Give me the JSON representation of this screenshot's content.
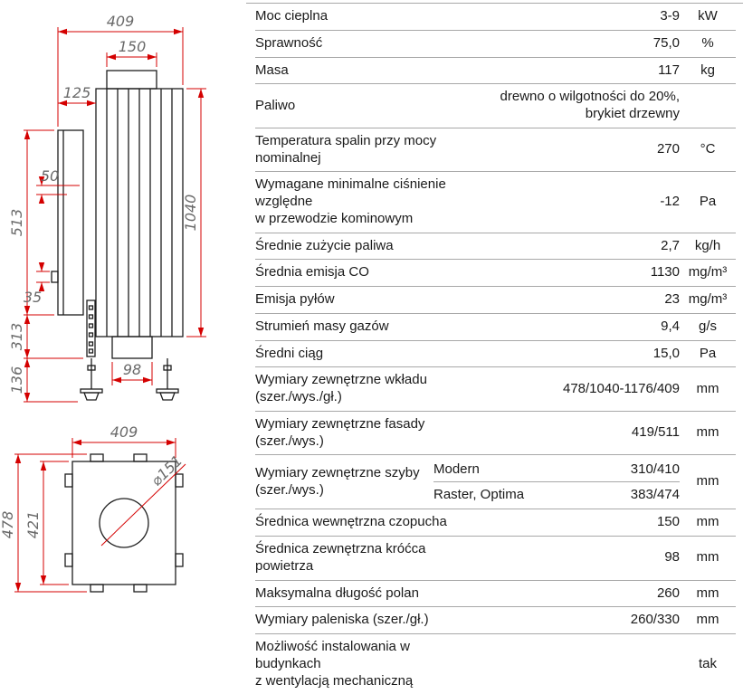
{
  "diagram": {
    "front_view": {
      "overall_width": "409",
      "flue_width": "150",
      "facade_offset": "125",
      "glass_offset": "50",
      "facade_height": "513",
      "body_height": "1040",
      "handle_height": "35",
      "lower_height": "313",
      "feet_height": "136",
      "inlet_width": "98"
    },
    "top_view": {
      "width": "409",
      "overall_depth": "478",
      "inner_depth": "421",
      "flue_diameter": "⌀151"
    }
  },
  "table": {
    "rows": [
      {
        "label": "Moc cieplna",
        "value": "3-9",
        "unit": "kW"
      },
      {
        "label": "Sprawność",
        "value": "75,0",
        "unit": "%"
      },
      {
        "label": "Masa",
        "value": "117",
        "unit": "kg"
      },
      {
        "label": "Paliwo",
        "value": "drewno o wilgotności do 20%,\nbrykiet drzewny",
        "unit": ""
      },
      {
        "label": "Temperatura spalin przy mocy nominalnej",
        "value": "270",
        "unit": "°C"
      },
      {
        "label": "Wymagane minimalne ciśnienie względne\n w przewodzie kominowym",
        "value": "-12",
        "unit": "Pa"
      },
      {
        "label": "Średnie zużycie paliwa",
        "value": "2,7",
        "unit": "kg/h"
      },
      {
        "label": "Średnia emisja CO",
        "value": "1130",
        "unit": "mg/m³"
      },
      {
        "label": "Emisja pyłów",
        "value": "23",
        "unit": "mg/m³"
      },
      {
        "label": "Strumień masy gazów",
        "value": "9,4",
        "unit": "g/s"
      },
      {
        "label": "Średni ciąg",
        "value": "15,0",
        "unit": "Pa"
      },
      {
        "label": "Wymiary zewnętrzne wkładu\n(szer./wys./gł.)",
        "value": "478/1040-1176/409",
        "unit": "mm"
      },
      {
        "label": "Wymiary zewnętrzne fasady\n(szer./wys.)",
        "value": "419/511",
        "unit": "mm"
      },
      {
        "label": "Wymiary zewnętrzne szyby\n(szer./wys.)",
        "unit": "mm",
        "variants": [
          {
            "name": "Modern",
            "value": "310/410"
          },
          {
            "name": "Raster, Optima",
            "value": "383/474"
          }
        ]
      },
      {
        "label": "Średnica wewnętrzna czopucha",
        "value": "150",
        "unit": "mm"
      },
      {
        "label": "Średnica zewnętrzna króćca powietrza",
        "value": "98",
        "unit": "mm"
      },
      {
        "label": "Maksymalna długość polan",
        "value": "260",
        "unit": "mm"
      },
      {
        "label": "Wymiary paleniska (szer./gł.)",
        "value": "260/330",
        "unit": "mm"
      },
      {
        "label": "Możliwość instalowania w budynkach\nz wentylacją mechaniczną",
        "value": "",
        "unit": "tak"
      }
    ]
  }
}
